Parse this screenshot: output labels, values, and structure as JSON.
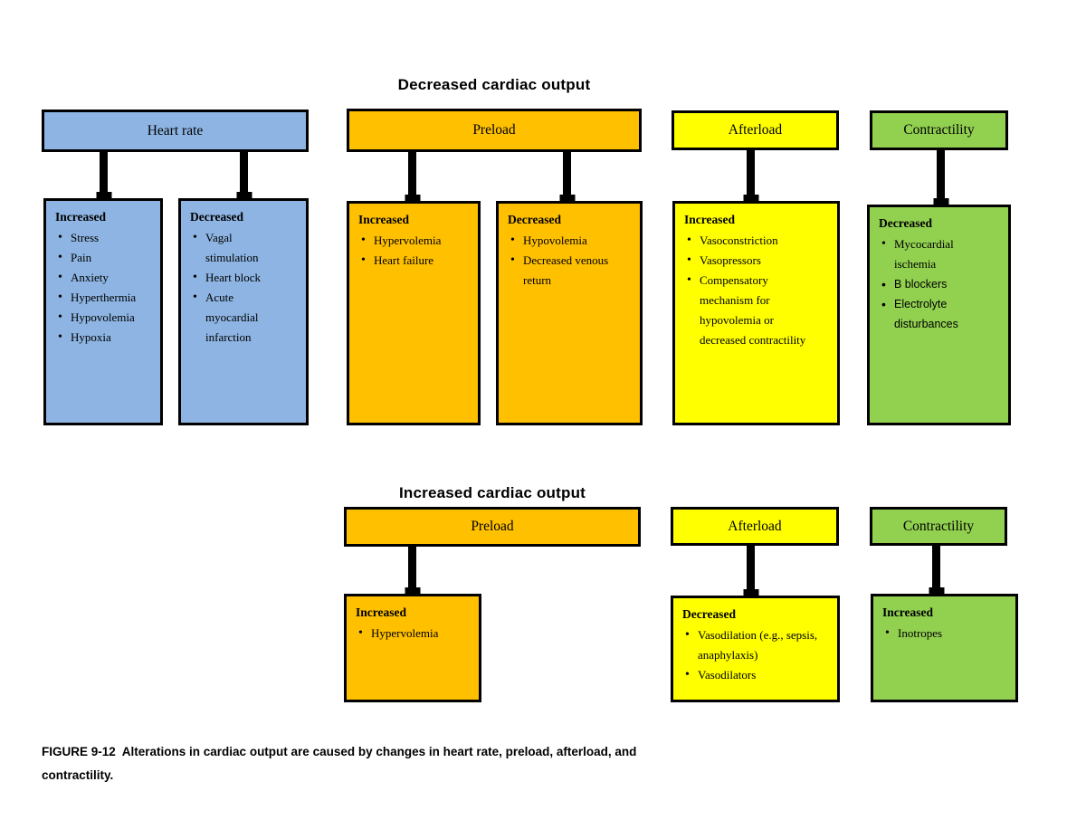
{
  "colors": {
    "blue": "#8db4e2",
    "orange": "#ffc000",
    "yellow": "#ffff00",
    "green": "#92d050",
    "connector": "#000000"
  },
  "decreased_section": {
    "title": "Decreased cardiac output",
    "heart_rate": {
      "header": "Heart rate",
      "increased": {
        "heading": "Increased",
        "items": [
          {
            "text": "Stress"
          },
          {
            "text": "Pain"
          },
          {
            "text": "Anxiety"
          },
          {
            "text": "Hyperthermia"
          },
          {
            "text": "Hypovolemia"
          },
          {
            "text": "Hypoxia"
          }
        ]
      },
      "decreased": {
        "heading": "Decreased",
        "items": [
          {
            "text": "Vagal stimulation"
          },
          {
            "text": "Heart block"
          },
          {
            "text": "Acute myocardial infarction"
          }
        ]
      }
    },
    "preload": {
      "header": "Preload",
      "increased": {
        "heading": "Increased",
        "items": [
          {
            "text": "Hypervolemia"
          },
          {
            "text": "Heart failure"
          }
        ]
      },
      "decreased": {
        "heading": "Decreased",
        "items": [
          {
            "text": "Hypovolemia"
          },
          {
            "text": "Decreased venous return"
          }
        ]
      }
    },
    "afterload": {
      "header": "Afterload",
      "increased": {
        "heading": "Increased",
        "items": [
          {
            "text": "Vasoconstriction"
          },
          {
            "text": "Vasopressors"
          },
          {
            "text": "Compensatory mechanism for hypovolemia or decreased contractility"
          }
        ]
      }
    },
    "contractility": {
      "header": "Contractility",
      "decreased": {
        "heading": "Decreased",
        "items": [
          {
            "text": "Mycocardial ischemia"
          },
          {
            "text": "B blockers",
            "sans": true
          },
          {
            "text": "Electrolyte disturbances",
            "sans": true
          }
        ]
      }
    }
  },
  "increased_section": {
    "title": "Increased cardiac output",
    "preload": {
      "header": "Preload",
      "increased": {
        "heading": "Increased",
        "items": [
          {
            "text": "Hypervolemia"
          }
        ]
      }
    },
    "afterload": {
      "header": "Afterload",
      "decreased": {
        "heading": "Decreased",
        "items": [
          {
            "text": "Vasodilation (e.g., sepsis, anaphylaxis)"
          },
          {
            "text": "Vasodilators"
          }
        ]
      }
    },
    "contractility": {
      "header": "Contractility",
      "increased": {
        "heading": "Increased",
        "items": [
          {
            "text": "Inotropes"
          }
        ]
      }
    }
  },
  "caption": "FIGURE 9-12  Alterations in cardiac output are caused by changes in heart rate, preload, afterload, and contractility."
}
